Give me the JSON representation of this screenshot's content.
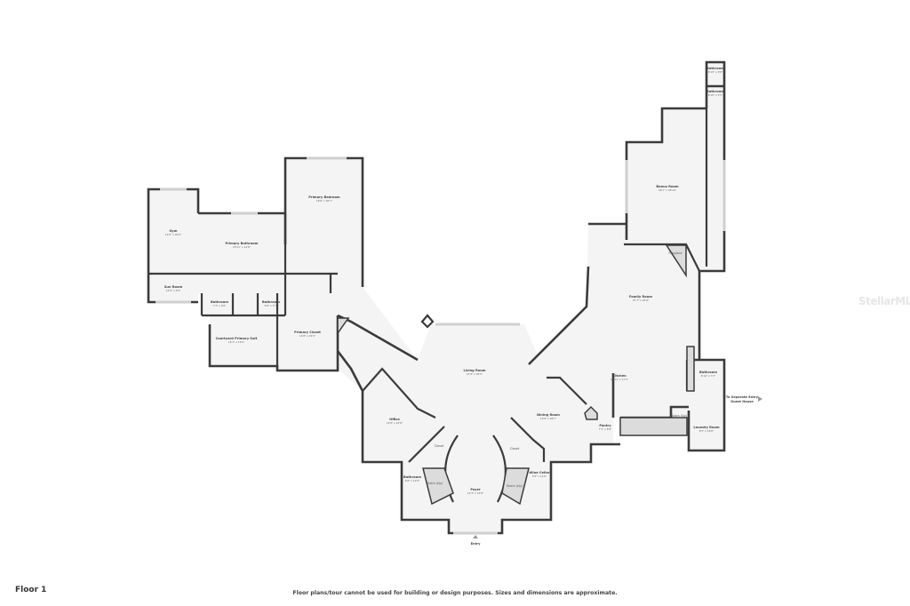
{
  "floor_label": "Floor 1",
  "disclaimer": "Floor plans/tour cannot be used for building or design purposes. Sizes and dimensions are approximate.",
  "watermark": "StellarMLS",
  "colors": {
    "wall": "#3b3b3b",
    "floor": "#f4f4f4",
    "stairs": "#dcdcdc"
  },
  "rooms": {
    "gym": {
      "name": "Gym",
      "dims": "12'6\" x 20'0\""
    },
    "sun_room": {
      "name": "Sun Room",
      "dims": "12'6\" x 6'9\""
    },
    "primary_bathroom": {
      "name": "Primary Bathroom",
      "dims": "20'11\" x 14'8\""
    },
    "primary_bedroom": {
      "name": "Primary Bedroom",
      "dims": "18'6\" x 30'7\""
    },
    "bathroom_1": {
      "name": "Bathroom",
      "dims": "7'3\" x 6'8\""
    },
    "bathroom_2": {
      "name": "Bathroom",
      "dims": "6'8\" x 5'7\""
    },
    "courtyard_suite": {
      "name": "Courtyard Primary Suit",
      "dims": "16'3\" x 13'8\""
    },
    "primary_closet": {
      "name": "Primary Closet",
      "dims": "14'8\" x 19'9\""
    },
    "living_room": {
      "name": "Living Room",
      "dims": "27'8\" x 28'5\""
    },
    "office": {
      "name": "Office",
      "dims": "15'8\" x 22'8\""
    },
    "closet_left": {
      "name": "Closet"
    },
    "closet_right": {
      "name": "Closet"
    },
    "stairs_left": {
      "name": "Stairs (Up)"
    },
    "stairs_right": {
      "name": "Stairs (Up)"
    },
    "stairs_kitchen": {
      "name": "Stairs (Up)"
    },
    "bathroom_3": {
      "name": "Bathroom",
      "dims": "6'8\" x 12'8\""
    },
    "foyer": {
      "name": "Foyer",
      "dims": "15'3\" x 23'8\""
    },
    "wine_cellar": {
      "name": "Wine Cellar",
      "dims": "5'8\" x 11'8\""
    },
    "dining_room": {
      "name": "Dining Room",
      "dims": "16'9\" x 28'7\""
    },
    "pantry": {
      "name": "Pantry",
      "dims": "7'3\" x 6'8\""
    },
    "kitchen": {
      "name": "Kitchen",
      "dims": "36'11\" x 17'3\""
    },
    "family_room": {
      "name": "Family Room",
      "dims": "27'7\" x 25'8\""
    },
    "fireplace": {
      "name": "Fireplace"
    },
    "bonus_room": {
      "name": "Bonus Room",
      "dims": "26'1\" x 39'10\""
    },
    "bathroom_4": {
      "name": "Bathroom",
      "dims": "6'10\" x 6'6\""
    },
    "bathroom_5": {
      "name": "Bathroom",
      "dims": "6'10\" x 5'5\""
    },
    "bathroom_6": {
      "name": "Bathroom",
      "dims": "6'10\" x 7'2\""
    },
    "laundry_room": {
      "name": "Laundry Room",
      "dims": "8'3\" x 18'8\""
    }
  },
  "labels": {
    "entry": "Entry",
    "separate_entry_1": "To Separate Entry",
    "separate_entry_2": "Guest House"
  }
}
